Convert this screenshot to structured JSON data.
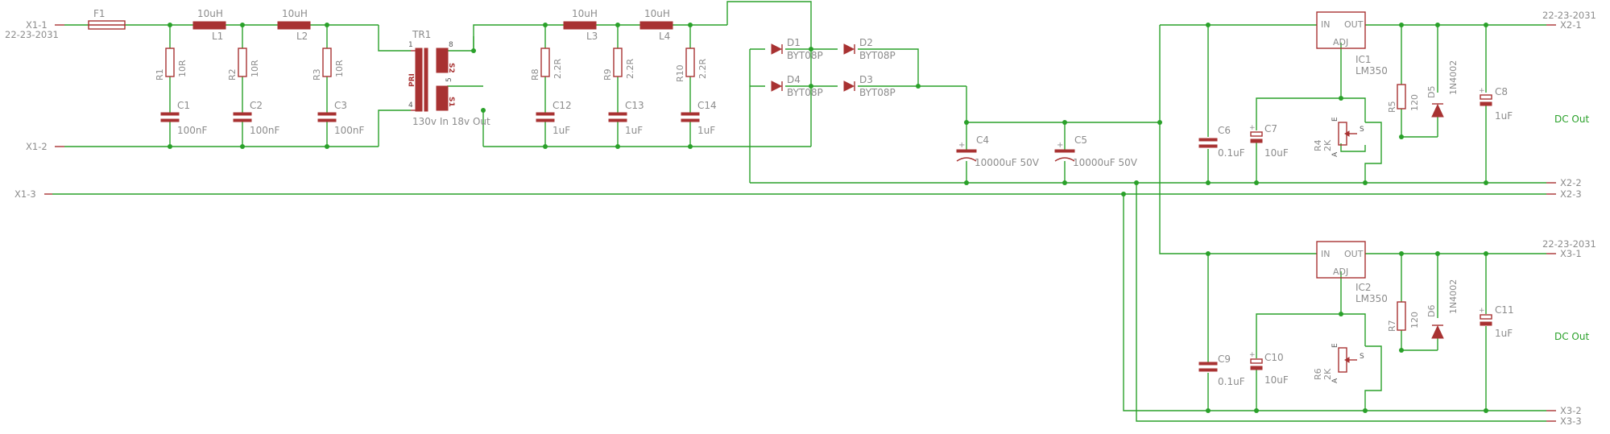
{
  "connectors": {
    "x1_1": "X1-1",
    "x1_1_part": "22-23-2031",
    "x1_2": "X1-2",
    "x1_3": "X1-3",
    "x2_1": "X2-1",
    "x2_1_part": "22-23-2031",
    "x2_2": "X2-2",
    "x2_3": "X2-3",
    "x3_1": "X3-1",
    "x3_1_part": "22-23-2031",
    "x3_2": "X3-2",
    "x3_3": "X3-3"
  },
  "fuse": {
    "name": "F1"
  },
  "inductors": [
    {
      "name": "L1",
      "value": "10uH"
    },
    {
      "name": "L2",
      "value": "10uH"
    },
    {
      "name": "L3",
      "value": "10uH"
    },
    {
      "name": "L4",
      "value": "10uH"
    }
  ],
  "resistors": [
    {
      "name": "R1",
      "value": "10R"
    },
    {
      "name": "R2",
      "value": "10R"
    },
    {
      "name": "R3",
      "value": "10R"
    },
    {
      "name": "R8",
      "value": "2.2R"
    },
    {
      "name": "R9",
      "value": "2.2R"
    },
    {
      "name": "R10",
      "value": "2.2R"
    },
    {
      "name": "R5",
      "value": "120"
    },
    {
      "name": "R7",
      "value": "120"
    }
  ],
  "capacitors": [
    {
      "name": "C1",
      "value": "100nF"
    },
    {
      "name": "C2",
      "value": "100nF"
    },
    {
      "name": "C3",
      "value": "100nF"
    },
    {
      "name": "C12",
      "value": "1uF"
    },
    {
      "name": "C13",
      "value": "1uF"
    },
    {
      "name": "C14",
      "value": "1uF"
    },
    {
      "name": "C4",
      "value": "10000uF 50V"
    },
    {
      "name": "C5",
      "value": "10000uF 50V"
    },
    {
      "name": "C6",
      "value": "0.1uF"
    },
    {
      "name": "C7",
      "value": "10uF"
    },
    {
      "name": "C8",
      "value": "1uF"
    },
    {
      "name": "C9",
      "value": "0.1uF"
    },
    {
      "name": "C10",
      "value": "10uF"
    },
    {
      "name": "C11",
      "value": "1uF"
    }
  ],
  "transformer": {
    "name": "TR1",
    "value": "130v In 18v Out",
    "pin1": "1",
    "pin4": "4",
    "pin8": "8",
    "pin5": "5",
    "pri": "PRI",
    "s1": "S1",
    "s2": "S2"
  },
  "diodes": [
    {
      "name": "D1",
      "value": "BYT08P"
    },
    {
      "name": "D2",
      "value": "BYT08P"
    },
    {
      "name": "D3",
      "value": "BYT08P"
    },
    {
      "name": "D4",
      "value": "BYT08P"
    },
    {
      "name": "D5",
      "value": "1N4002"
    },
    {
      "name": "D6",
      "value": "1N4002"
    }
  ],
  "regulators": [
    {
      "name": "IC1",
      "value": "LM350",
      "in": "IN",
      "out": "OUT",
      "adj": "ADJ"
    },
    {
      "name": "IC2",
      "value": "LM350",
      "in": "IN",
      "out": "OUT",
      "adj": "ADJ"
    }
  ],
  "pots": [
    {
      "name": "R4",
      "value": "2K",
      "pin_e": "E",
      "pin_a": "A",
      "pin_s": "S"
    },
    {
      "name": "R6",
      "value": "2K",
      "pin_e": "E",
      "pin_a": "A",
      "pin_s": "S"
    }
  ],
  "outputs": {
    "dc_out_1": "DC Out",
    "dc_out_2": "DC Out"
  }
}
